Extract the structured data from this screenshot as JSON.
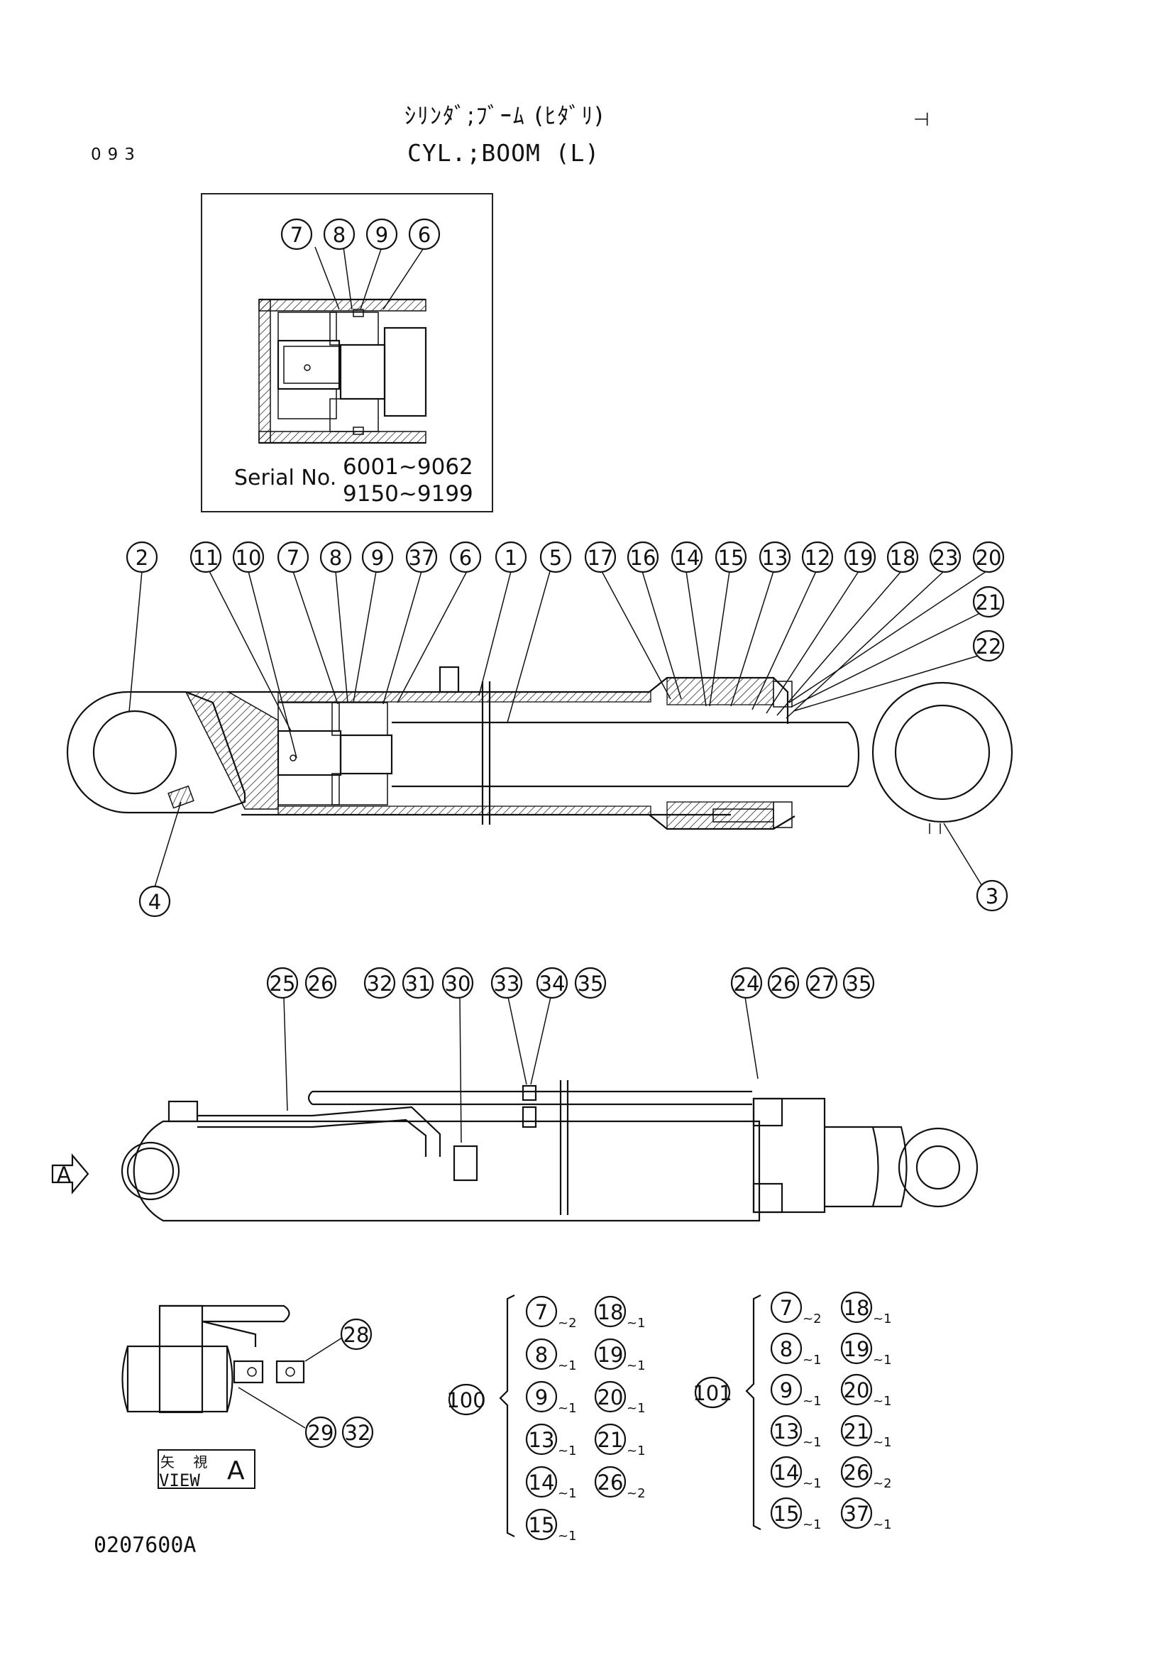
{
  "header": {
    "title_jp": "ｼﾘﾝﾀﾞ;ﾌﾞｰﾑ (ﾋﾀﾞﾘ)",
    "title_en": "CYL.;BOOM (L)",
    "page_number": "093",
    "corner_mark": "⊣"
  },
  "inset": {
    "balloons": [
      "7",
      "8",
      "9",
      "6"
    ],
    "serial_label": "Serial No.",
    "serial_ranges": [
      "6001~9062",
      "9150~9199"
    ]
  },
  "section_view": {
    "top_balloons": [
      "2",
      "11",
      "10",
      "7",
      "8",
      "9",
      "37",
      "6",
      "1",
      "5",
      "17",
      "16",
      "14",
      "15",
      "13",
      "12",
      "19",
      "18",
      "23",
      "20"
    ],
    "right_balloons": [
      "21",
      "22"
    ],
    "bottom_balloons": [
      "4",
      "3"
    ]
  },
  "side_view": {
    "callout_groups": [
      [
        "25",
        "26"
      ],
      [
        "32",
        "31",
        "30"
      ],
      [
        "33"
      ],
      [
        "34",
        "35"
      ],
      [
        "24",
        "26",
        "27",
        "35"
      ]
    ],
    "view_arrow_label": "A"
  },
  "view_a": {
    "balloons": [
      "28",
      "29",
      "32"
    ],
    "label_kanji": "矢 視",
    "label_en": "VIEW",
    "label_letter": "A"
  },
  "kits": [
    {
      "id": "100",
      "col1": [
        {
          "part": "7",
          "qty": "~2"
        },
        {
          "part": "8",
          "qty": "~1"
        },
        {
          "part": "9",
          "qty": "~1"
        },
        {
          "part": "13",
          "qty": "~1"
        },
        {
          "part": "14",
          "qty": "~1"
        },
        {
          "part": "15",
          "qty": "~1"
        }
      ],
      "col2": [
        {
          "part": "18",
          "qty": "~1"
        },
        {
          "part": "19",
          "qty": "~1"
        },
        {
          "part": "20",
          "qty": "~1"
        },
        {
          "part": "21",
          "qty": "~1"
        },
        {
          "part": "26",
          "qty": "~2"
        }
      ]
    },
    {
      "id": "101",
      "col1": [
        {
          "part": "7",
          "qty": "~2"
        },
        {
          "part": "8",
          "qty": "~1"
        },
        {
          "part": "9",
          "qty": "~1"
        },
        {
          "part": "13",
          "qty": "~1"
        },
        {
          "part": "14",
          "qty": "~1"
        },
        {
          "part": "15",
          "qty": "~1"
        }
      ],
      "col2": [
        {
          "part": "18",
          "qty": "~1"
        },
        {
          "part": "19",
          "qty": "~1"
        },
        {
          "part": "20",
          "qty": "~1"
        },
        {
          "part": "21",
          "qty": "~1"
        },
        {
          "part": "26",
          "qty": "~2"
        },
        {
          "part": "37",
          "qty": "~1"
        }
      ]
    }
  ],
  "footer": {
    "drawing_number": "0207600A"
  }
}
